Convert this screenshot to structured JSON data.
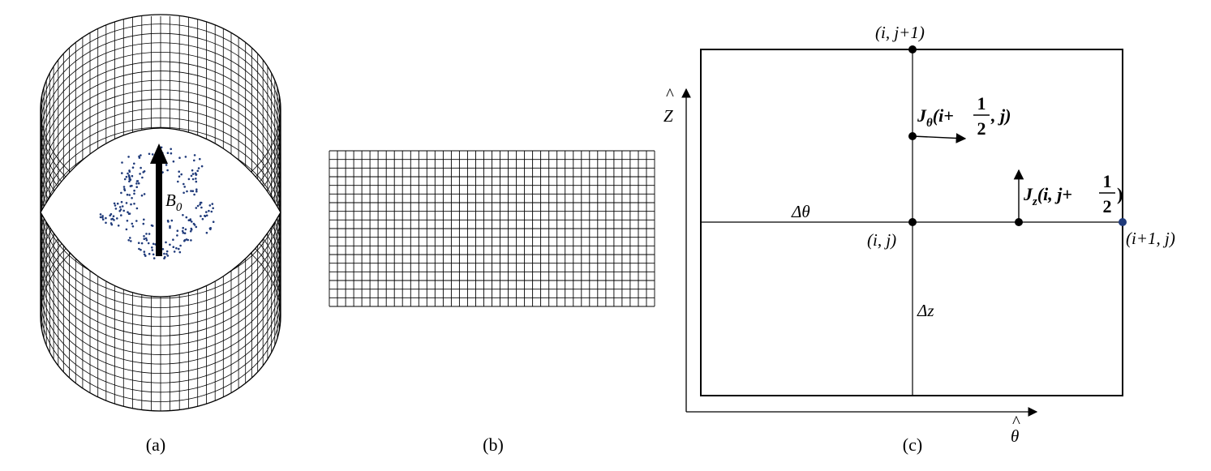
{
  "panels": {
    "a": {
      "caption": "(a)",
      "field_label": "B",
      "field_subscript": "0"
    },
    "b": {
      "caption": "(b)"
    },
    "c": {
      "caption": "(c)",
      "axis_z": "Z",
      "axis_z_hat": "^",
      "axis_theta": "θ",
      "axis_theta_hat": "^",
      "node_top": "(i, j+1)",
      "node_center": "(i, j)",
      "node_right": "(i+1, j)",
      "delta_theta": "Δθ",
      "delta_z": "Δz",
      "j_theta": {
        "symbol": "J",
        "subscript": "θ",
        "args_open": "(i+",
        "frac_num": "1",
        "frac_den": "2",
        "args_close": ", j)"
      },
      "j_z": {
        "symbol": "J",
        "subscript": "z",
        "args_open": "(i, j+",
        "frac_num": "1",
        "frac_den": "2",
        "args_close": ")"
      }
    }
  },
  "colors": {
    "ink": "#000000",
    "particles": "#1f3a7a"
  }
}
